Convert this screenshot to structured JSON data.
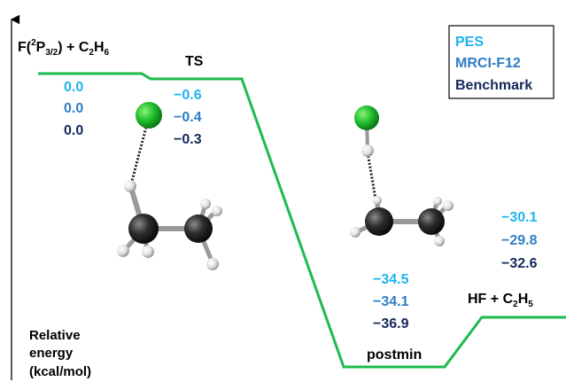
{
  "axis": {
    "label_line1": "Relative",
    "label_line2": "energy",
    "label_line3": "(kcal/mol)"
  },
  "legend": {
    "items": [
      {
        "label": "PES",
        "color": "#1eb4ec"
      },
      {
        "label": "MRCI-F12",
        "color": "#2e7dc6"
      },
      {
        "label": "Benchmark",
        "color": "#14285a"
      }
    ]
  },
  "path_color": "#1dba4e",
  "states": {
    "reactant": {
      "label_main": "F(",
      "label_sup": "2",
      "label_p": "P",
      "label_sub": "3/2",
      "label_rest": ") + C",
      "label_sub2": "2",
      "label_h": "H",
      "label_sub3": "6",
      "energies": [
        "0.0",
        "0.0",
        "0.0"
      ]
    },
    "ts": {
      "label": "TS",
      "energies": [
        "−0.6",
        "−0.4",
        "−0.3"
      ]
    },
    "postmin": {
      "label": "postmin",
      "energies": [
        "−34.5",
        "−34.1",
        "−36.9"
      ]
    },
    "product": {
      "label_main": "HF + C",
      "label_sub": "2",
      "label_h": "H",
      "label_sub2": "5",
      "energies": [
        "−30.1",
        "−29.8",
        "−32.6"
      ]
    }
  },
  "atom_colors": {
    "fluorine": "#1fbf2e",
    "carbon": "#2a2a2a",
    "hydrogen": "#e8e8e8"
  }
}
